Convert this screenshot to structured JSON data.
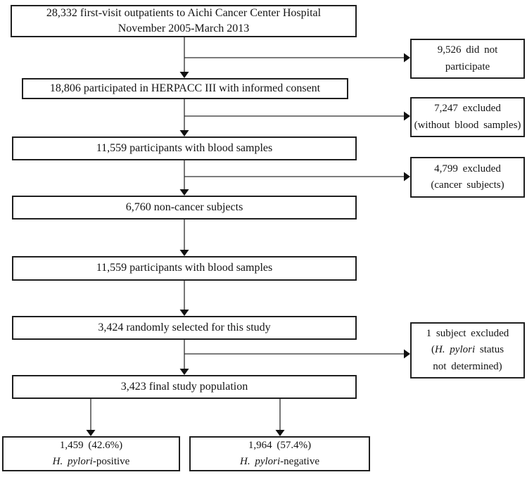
{
  "diagram": {
    "colors": {
      "border": "#1f1f1f",
      "line": "#2e2e2e",
      "arrow": "#111111"
    },
    "main_boxes": {
      "outpatients": {
        "line1": "28,332 first-visit outpatients to Aichi Cancer Center Hospital",
        "line2": "November 2005-March 2013"
      },
      "herpacc": {
        "line1": "18,806 participated in HERPACC III with informed consent"
      },
      "blood1": {
        "line1": "11,559 participants with blood samples"
      },
      "noncancer": {
        "line1": "6,760 non-cancer subjects"
      },
      "blood2": {
        "line1": "11,559 participants with blood samples"
      },
      "random": {
        "line1": "3,424 randomly selected for this study"
      },
      "final": {
        "line1": "3,423 final study population"
      },
      "hp_positive": {
        "line1": "1,459 (42.6%)",
        "italic": "H. pylori",
        "rest": "-positive"
      },
      "hp_negative": {
        "line1": "1,964 (57.4%)",
        "italic": "H. pylori",
        "rest": "-negative"
      }
    },
    "side_boxes": {
      "not_participate": {
        "line1": "9,526 did not",
        "line2": "participate"
      },
      "no_blood": {
        "line1": "7,247 excluded",
        "line2": "(without blood samples)"
      },
      "cancer": {
        "line1": "4,799 excluded",
        "line2": "(cancer subjects)"
      },
      "hp_status": {
        "line1": "1 subject excluded",
        "line2_pre": "(",
        "line2_italic": "H. pylori",
        "line2_post": " status",
        "line3": "not determined)"
      }
    }
  }
}
